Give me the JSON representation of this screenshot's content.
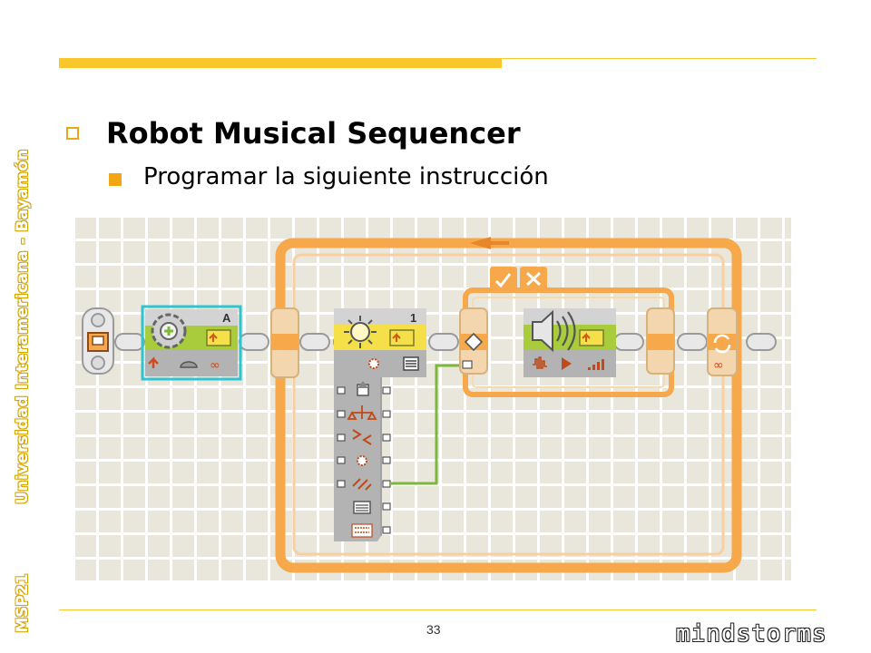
{
  "sidebar": {
    "university": "Universidad Interamericana - Bayamón",
    "brand": "MSP21"
  },
  "slide": {
    "title": "Robot Musical Sequencer",
    "bullet": "Programar la siguiente instrucción",
    "page_number": "33",
    "footer_logo": "mindstorms"
  },
  "program": {
    "motor_block_port": "A",
    "light_sensor_port": "1",
    "colors": {
      "beam": "#f6a84a",
      "motor_green": "#a8cc3c",
      "sensor_yellow": "#f5e04a",
      "wire": "#7db83a",
      "block_gray": "#b3b3b3"
    }
  }
}
